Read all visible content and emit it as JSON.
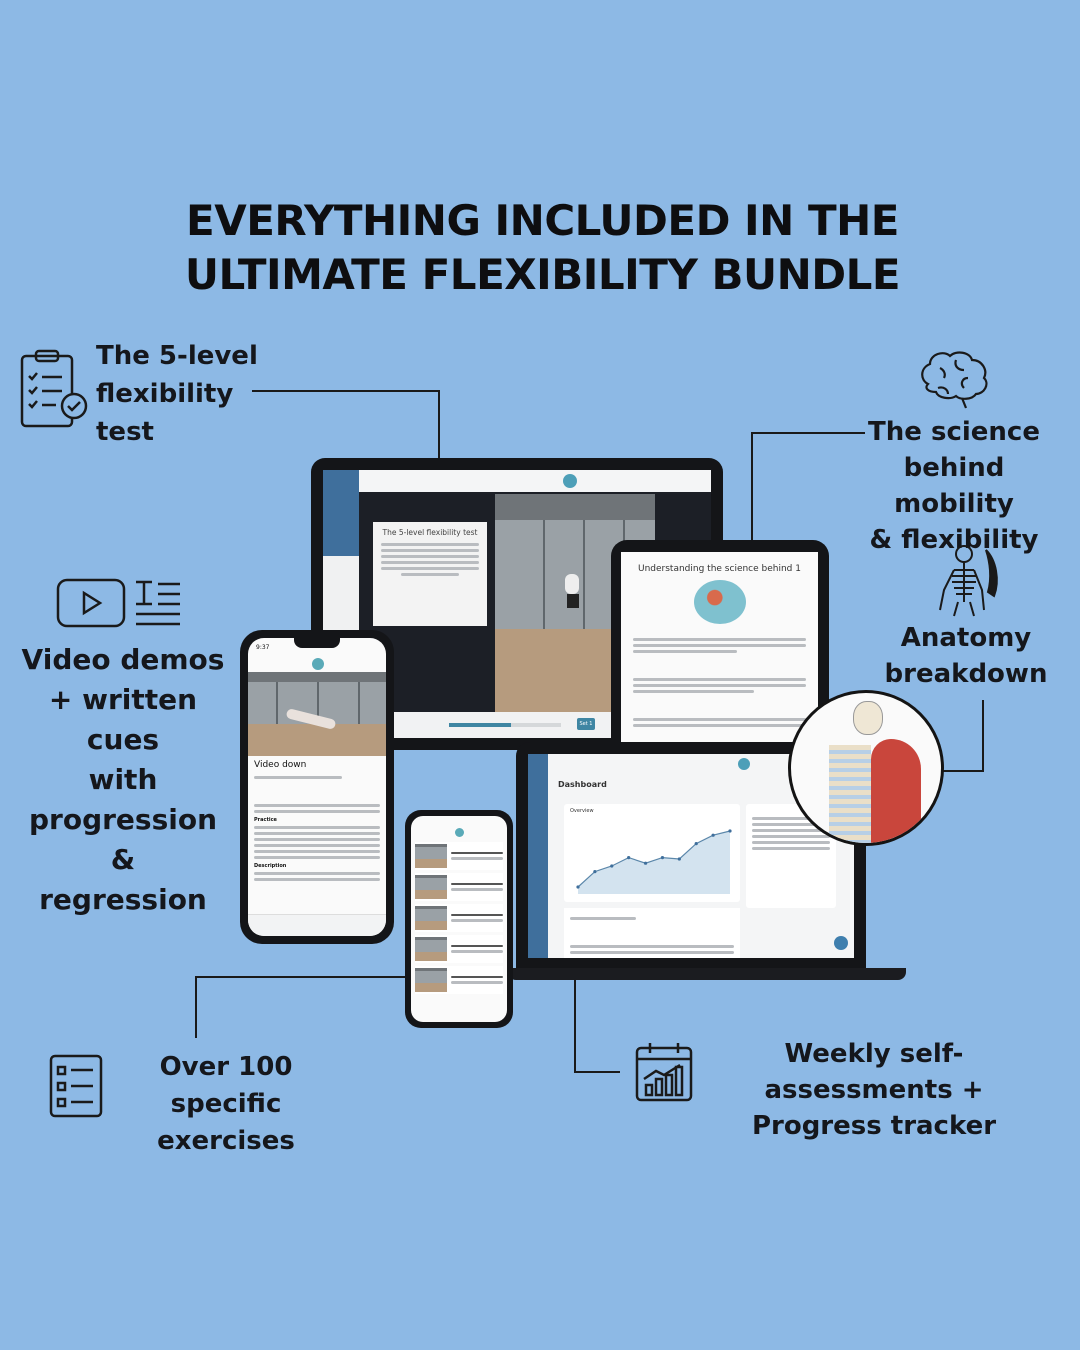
{
  "headline": {
    "line1": "EVERYTHING INCLUDED IN THE",
    "line2": "ULTIMATE FLEXIBILITY BUNDLE"
  },
  "features": {
    "test": {
      "icon": "clipboard-check-icon",
      "lines": [
        "The 5-level",
        "flexibility",
        "test"
      ]
    },
    "science": {
      "icon": "brain-icon",
      "lines": [
        "The science",
        "behind mobility",
        "& flexibility"
      ]
    },
    "anatomy": {
      "icon": "skeleton-icon",
      "lines": [
        "Anatomy",
        "breakdown"
      ]
    },
    "video": {
      "icon": "video-play-icon",
      "lines": [
        "Video demos",
        "+ written cues",
        "with",
        "progression &",
        "regression"
      ]
    },
    "exercises": {
      "icon": "checklist-icon",
      "lines": [
        "Over 100 specific",
        "exercises"
      ]
    },
    "tracker": {
      "icon": "calendar-chart-icon",
      "lines": [
        "Weekly self-assessments +",
        "Progress tracker"
      ]
    }
  },
  "devices": {
    "laptop_back": {
      "card_title": "The 5-level flexibility test",
      "button": "Set 1",
      "progress": 0.55
    },
    "tablet": {
      "title": "Understanding the science behind 1"
    },
    "phone_large": {
      "time": "9:37",
      "title": "Video down",
      "section1": "Practice",
      "section2": "Description"
    },
    "laptop_front": {
      "title": "Dashboard",
      "chart_title": "Overview"
    },
    "accent": "#3f7fae"
  },
  "chart_data": {
    "type": "area",
    "values": [
      0.5,
      1.6,
      2.0,
      2.6,
      2.2,
      2.6,
      2.5,
      3.6,
      4.2,
      4.5
    ],
    "ylim": [
      0,
      5
    ]
  }
}
